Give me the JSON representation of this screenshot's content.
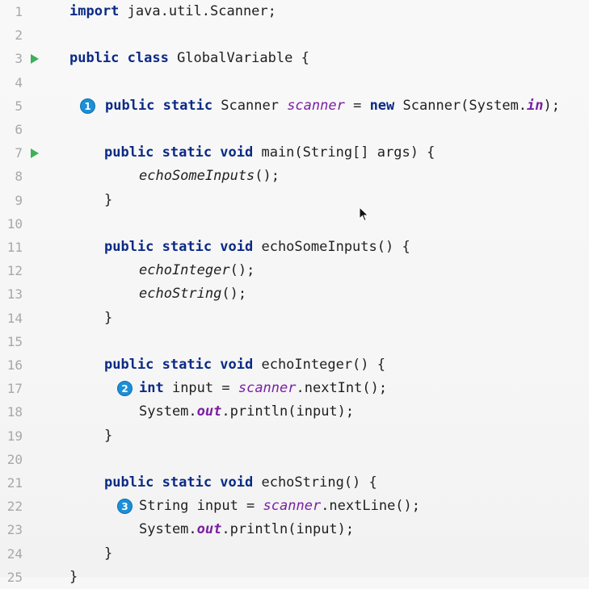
{
  "editor": {
    "file": "GlobalVariable.java",
    "lines": [
      {
        "n": "1",
        "parts": [
          {
            "t": "import",
            "c": "kw"
          },
          {
            "t": " java.util.Scanner;",
            "c": ""
          }
        ]
      },
      {
        "n": "2",
        "parts": []
      },
      {
        "n": "3",
        "run": true,
        "parts": [
          {
            "t": "public class",
            "c": "kw"
          },
          {
            "t": " GlobalVariable {",
            "c": ""
          }
        ]
      },
      {
        "n": "4",
        "parts": []
      },
      {
        "n": "5",
        "badge": "1",
        "parts": [
          {
            "t": "public static",
            "c": "kw"
          },
          {
            "t": " Scanner ",
            "c": ""
          },
          {
            "t": "scanner",
            "c": "st"
          },
          {
            "t": " = ",
            "c": ""
          },
          {
            "t": "new",
            "c": "kw"
          },
          {
            "t": " Scanner(System.",
            "c": ""
          },
          {
            "t": "in",
            "c": "stb"
          },
          {
            "t": ");",
            "c": ""
          }
        ]
      },
      {
        "n": "6",
        "parts": []
      },
      {
        "n": "7",
        "run": true,
        "parts": [
          {
            "t": "public static void",
            "c": "kw"
          },
          {
            "t": " main(String[] args) {",
            "c": ""
          }
        ]
      },
      {
        "n": "8",
        "parts": [
          {
            "t": "echoSomeInputs",
            "c": "it"
          },
          {
            "t": "();",
            "c": ""
          }
        ]
      },
      {
        "n": "9",
        "parts": [
          {
            "t": "}",
            "c": ""
          }
        ]
      },
      {
        "n": "10",
        "parts": []
      },
      {
        "n": "11",
        "parts": [
          {
            "t": "public static void",
            "c": "kw"
          },
          {
            "t": " echoSomeInputs() {",
            "c": ""
          }
        ]
      },
      {
        "n": "12",
        "parts": [
          {
            "t": "echoInteger",
            "c": "it"
          },
          {
            "t": "();",
            "c": ""
          }
        ]
      },
      {
        "n": "13",
        "parts": [
          {
            "t": "echoString",
            "c": "it"
          },
          {
            "t": "();",
            "c": ""
          }
        ]
      },
      {
        "n": "14",
        "parts": [
          {
            "t": "}",
            "c": ""
          }
        ]
      },
      {
        "n": "15",
        "parts": []
      },
      {
        "n": "16",
        "parts": [
          {
            "t": "public static void",
            "c": "kw"
          },
          {
            "t": " echoInteger() {",
            "c": ""
          }
        ]
      },
      {
        "n": "17",
        "badge": "2",
        "parts": [
          {
            "t": "int",
            "c": "kw"
          },
          {
            "t": " input = ",
            "c": ""
          },
          {
            "t": "scanner",
            "c": "st"
          },
          {
            "t": ".nextInt();",
            "c": ""
          }
        ]
      },
      {
        "n": "18",
        "parts": [
          {
            "t": "System.",
            "c": ""
          },
          {
            "t": "out",
            "c": "stb"
          },
          {
            "t": ".println(input);",
            "c": ""
          }
        ]
      },
      {
        "n": "19",
        "parts": [
          {
            "t": "}",
            "c": ""
          }
        ]
      },
      {
        "n": "20",
        "parts": []
      },
      {
        "n": "21",
        "parts": [
          {
            "t": "public static void",
            "c": "kw"
          },
          {
            "t": " echoString() {",
            "c": ""
          }
        ]
      },
      {
        "n": "22",
        "badge": "3",
        "parts": [
          {
            "t": "String input = ",
            "c": ""
          },
          {
            "t": "scanner",
            "c": "st"
          },
          {
            "t": ".nextLine();",
            "c": ""
          }
        ]
      },
      {
        "n": "23",
        "parts": [
          {
            "t": "System.",
            "c": ""
          },
          {
            "t": "out",
            "c": "stb"
          },
          {
            "t": ".println(input);",
            "c": ""
          }
        ]
      },
      {
        "n": "24",
        "parts": [
          {
            "t": "}",
            "c": ""
          }
        ]
      },
      {
        "n": "25",
        "parts": [
          {
            "t": "}",
            "c": ""
          }
        ]
      }
    ]
  },
  "colors": {
    "keyword": "#0b2a86",
    "static_field": "#7a1fa2",
    "run_marker": "#3bb15b",
    "badge": "#1b8fd8",
    "line_number": "#a8a8a8"
  },
  "icons": {
    "run_marker": "run-gutter-icon",
    "badge": "numbered-callout-icon",
    "cursor": "mouse-pointer-icon"
  }
}
